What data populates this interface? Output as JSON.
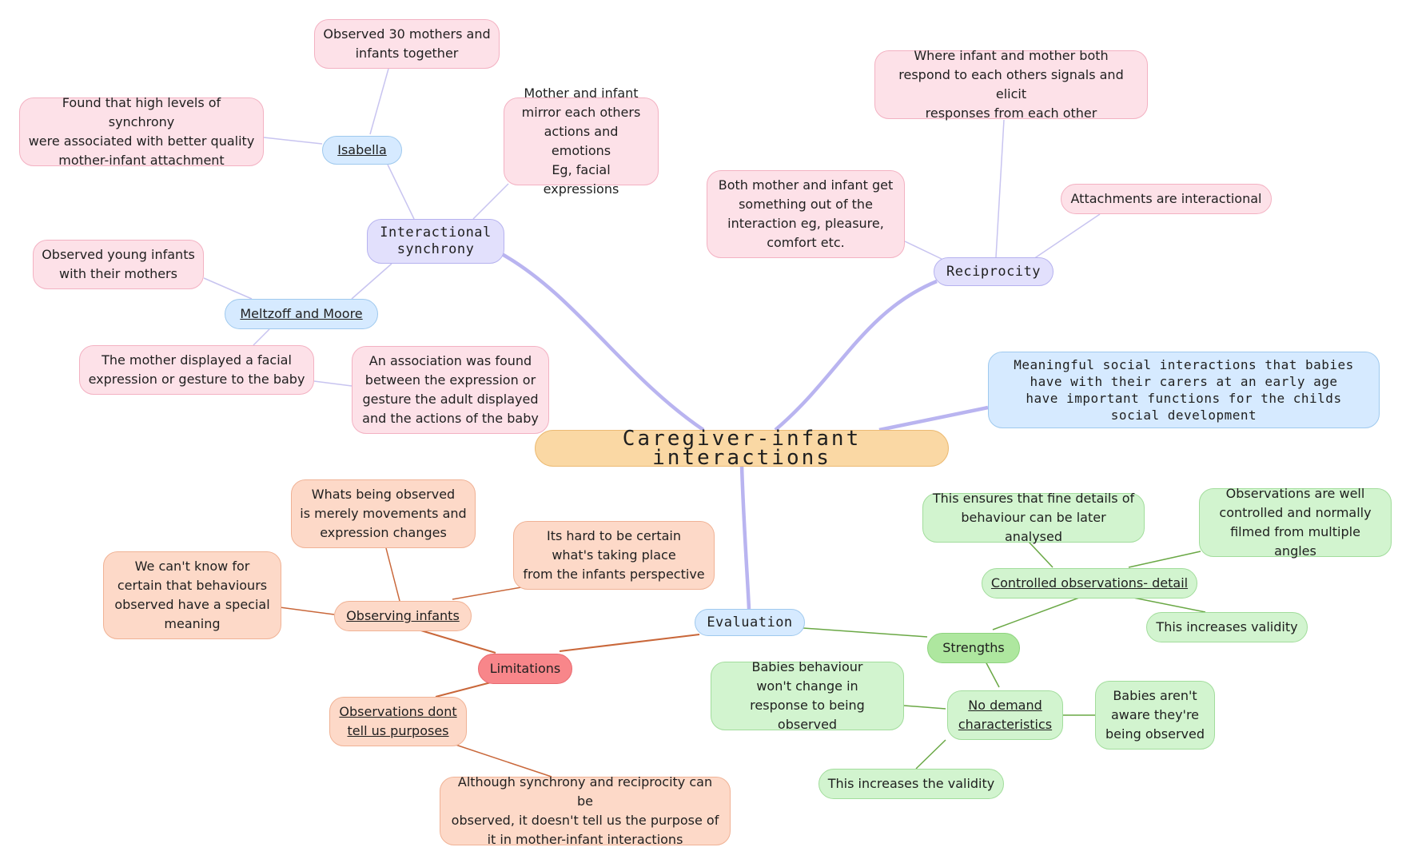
{
  "central": "Caregiver-infant interactions",
  "definition": "Meaningful social interactions that babies\nhave with their carers at an early age\nhave important functions for the childs\nsocial development",
  "synchrony": {
    "title": "Interactional\nsynchrony",
    "desc": "Mother and infant\nmirror each others\nactions and emotions\nEg, facial expressions",
    "isabella": {
      "name": "Isabella",
      "observed": "Observed 30 mothers and\ninfants together",
      "found": "Found that high levels of synchrony\nwere associated with better quality\nmother-infant attachment"
    },
    "meltzoff": {
      "name": "Meltzoff and Moore",
      "observed": "Observed young infants\nwith their mothers",
      "displayed": "The mother displayed a facial\nexpression or gesture to the baby",
      "association": "An association was found\nbetween the expression or\ngesture the adult displayed\nand the actions of the baby"
    }
  },
  "reciprocity": {
    "title": "Reciprocity",
    "desc": "Where infant and mother both\nrespond to each others signals and elicit\nresponses from each other",
    "both": "Both mother and infant get\nsomething out of the\ninteraction eg, pleasure,\ncomfort etc.",
    "interactional": "Attachments are interactional"
  },
  "evaluation": {
    "title": "Evaluation",
    "limitations": {
      "title": "Limitations",
      "observing": {
        "title": "Observing infants",
        "merely": "Whats being observed\nis merely movements and\nexpression changes",
        "hard": "Its hard to be certain\nwhat's taking place\nfrom the infants perspective",
        "cant_know": "We can't know for\ncertain that behaviours\nobserved have a special\nmeaning"
      },
      "purposes": {
        "title": "Observations dont\ntell us purposes",
        "although": "Although synchrony and reciprocity can be\nobserved, it doesn't tell us the purpose of\nit in mother-infant interactions"
      }
    },
    "strengths": {
      "title": "Strengths",
      "controlled": {
        "title": "Controlled observations- detail",
        "fine": "This ensures that fine details of\nbehaviour can be later analysed",
        "well": "Observations are well\ncontrolled and normally\nfilmed from multiple angles",
        "validity": "This increases validity"
      },
      "demand": {
        "title": "No demand\ncharacteristics",
        "wont_change": "Babies behaviour\nwon't change in\nresponse to being observed",
        "arent_aware": "Babies aren't\naware they're\nbeing observed",
        "validity": "This increases the validity"
      }
    }
  },
  "colors": {
    "synchrony_branch": "#b9b4f0",
    "reciprocity_branch": "#b9b4f0",
    "definition_branch": "#b9b4f0",
    "evaluation_branch": "#b9b4f0",
    "limitations_branch": "#c9673a",
    "strengths_branch": "#6aa845"
  }
}
